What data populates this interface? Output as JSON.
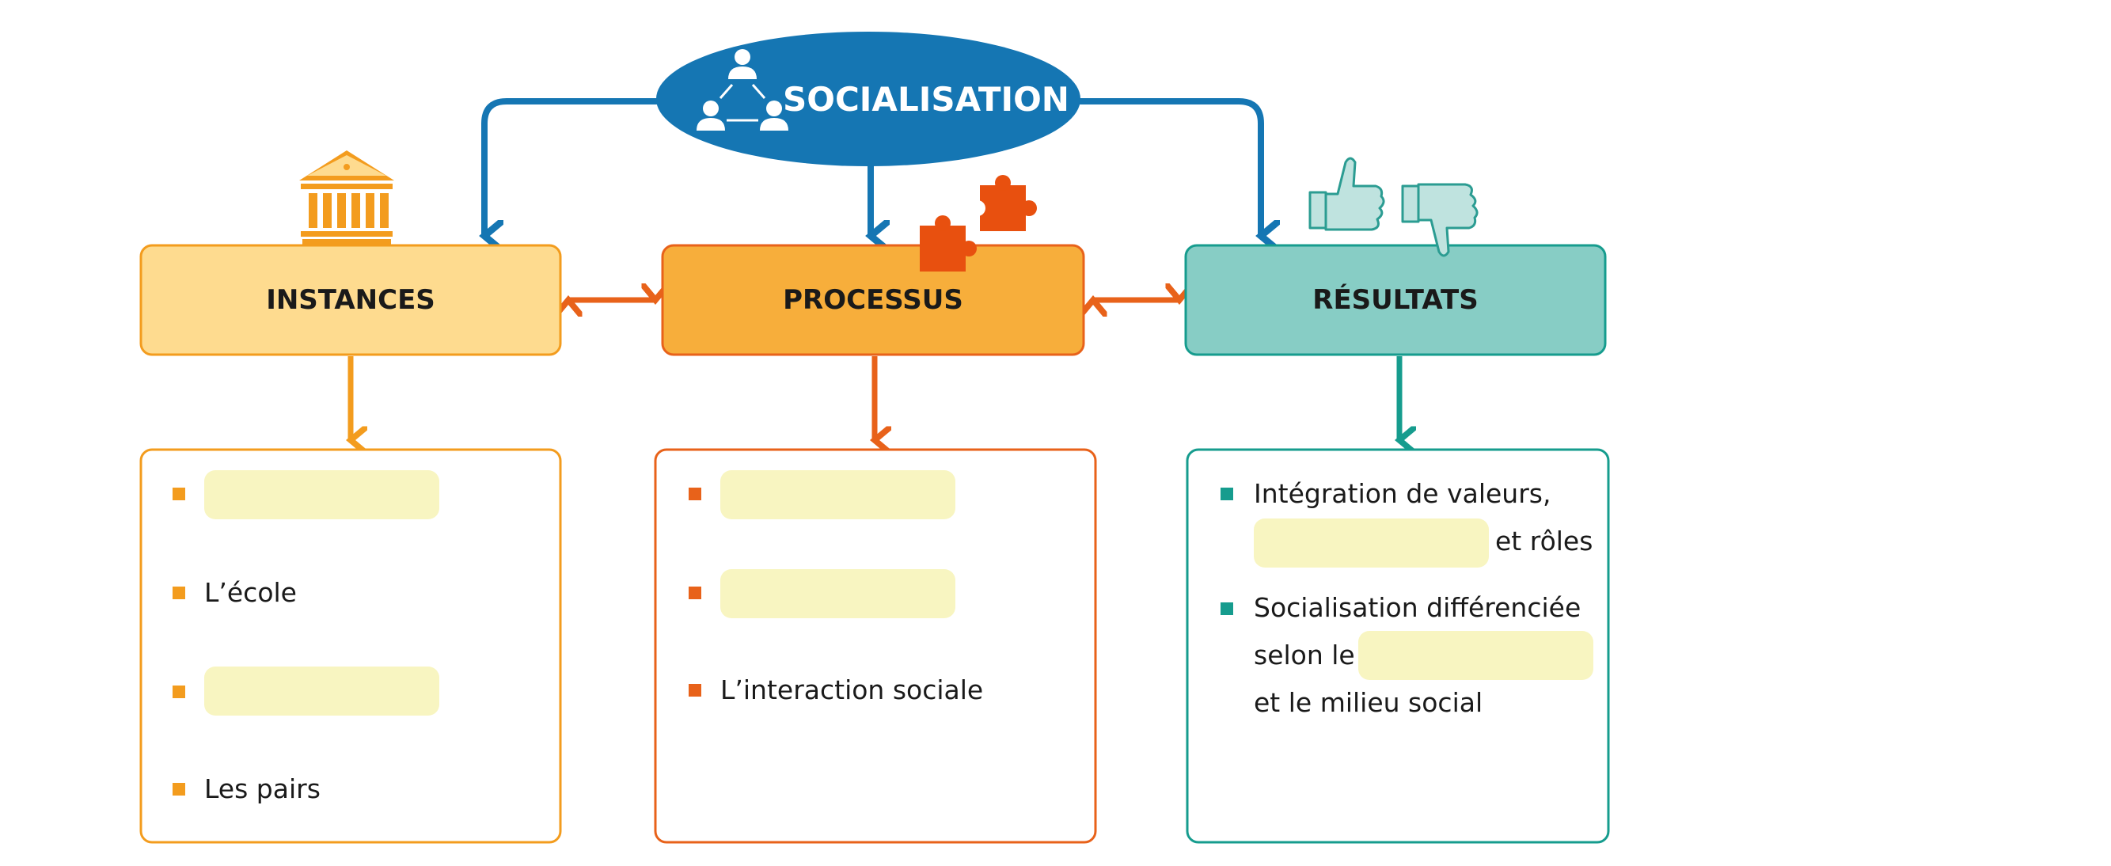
{
  "colors": {
    "blue": "#1576b3",
    "orange_light_fill": "#fedb8f",
    "orange_light_border": "#f39c1e",
    "orange_fill": "#f7ae3b",
    "orange_dark": "#e8621a",
    "teal_fill": "#87cdc5",
    "teal_border": "#169c8e",
    "blank": "#f8f5c1",
    "icon_teal": "#bfe3df",
    "icon_teal_stroke": "#2b9c92"
  },
  "title": "SOCIALISATION",
  "headers": {
    "instances": "INSTANCES",
    "processus": "PROCESSUS",
    "resultats": "RÉSULTATS"
  },
  "instances": {
    "item2": "L’école",
    "item4": "Les pairs"
  },
  "processus": {
    "item3": "L’interaction sociale"
  },
  "resultats": {
    "item1_line1": "Intégration de valeurs,",
    "item1_tail": "et rôles",
    "item2_line1": "Socialisation différenciée",
    "item2_prefix": "selon le",
    "item2_line3": "et le milieu social"
  },
  "icons": {
    "title": "people-network-icon",
    "instances": "institution-building-icon",
    "processus": "puzzle-pieces-icon",
    "resultats": "thumbs-up-down-icon"
  }
}
